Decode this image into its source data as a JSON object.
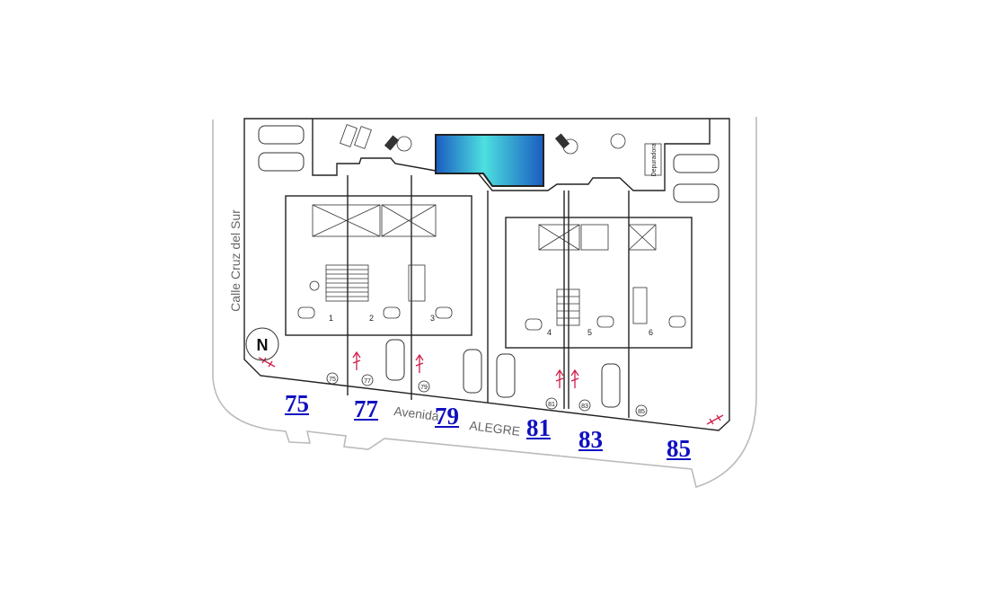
{
  "plan": {
    "street_side": "Calle  Cruz  del  Sur",
    "street_front_1": "Avenida",
    "street_front_2": "ALEGRE",
    "north_label": "N",
    "storage_label": "Depuradora",
    "unit_numbers": [
      "1",
      "2",
      "3",
      "4",
      "5",
      "6"
    ],
    "door_numbers": [
      "75",
      "77",
      "79",
      "81",
      "83",
      "85"
    ],
    "pool_color": "#2aa8e0"
  },
  "links": [
    "75",
    "77",
    "79",
    "81",
    "83",
    "85"
  ],
  "colors": {
    "link": "#1010c0",
    "boundary": "#222222",
    "curb": "#bbbbbb",
    "arrow": "#d0204a"
  }
}
